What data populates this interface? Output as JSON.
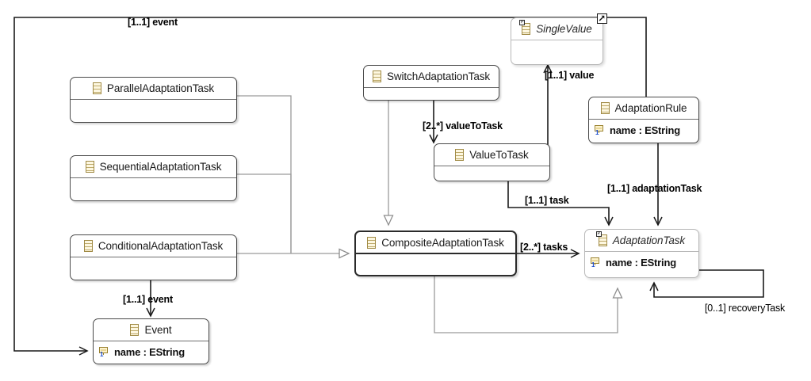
{
  "diagram": {
    "title": "AdaptationTask Ecore class diagram",
    "colors": {
      "background": "#ffffff",
      "node_border": "#4a4a4a",
      "node_border_selected": "#2b2b2b",
      "proxy_border": "#b8b8b8",
      "generalization_gray": "#9a9a9a",
      "reference_black": "#1a1a1a",
      "class_icon_fill": "#fdf7e0",
      "class_icon_stroke": "#a08a44",
      "attr_icon_fill": "#fdf3cd",
      "attr_icon_stroke": "#9a8230",
      "attr_multiplicity_blue": "#1d4fd0"
    },
    "classes": [
      {
        "id": "parallel",
        "name": "ParallelAdaptationTask",
        "icon": "eclass-icon",
        "italic": false,
        "proxy": false,
        "selected": false,
        "attributes": []
      },
      {
        "id": "sequential",
        "name": "SequentialAdaptationTask",
        "icon": "eclass-icon",
        "italic": false,
        "proxy": false,
        "selected": false,
        "attributes": []
      },
      {
        "id": "conditional",
        "name": "ConditionalAdaptationTask",
        "icon": "eclass-icon",
        "italic": false,
        "proxy": false,
        "selected": false,
        "attributes": []
      },
      {
        "id": "event",
        "name": "Event",
        "icon": "eclass-icon",
        "italic": false,
        "proxy": false,
        "selected": false,
        "attributes": [
          {
            "label": "name : EString",
            "icon": "eattribute-icon",
            "multiplicity": "1"
          }
        ]
      },
      {
        "id": "switch",
        "name": "SwitchAdaptationTask",
        "icon": "eclass-icon",
        "italic": false,
        "proxy": false,
        "selected": false,
        "attributes": []
      },
      {
        "id": "valuetotask",
        "name": "ValueToTask",
        "icon": "eclass-icon",
        "italic": false,
        "proxy": false,
        "selected": false,
        "attributes": []
      },
      {
        "id": "composite",
        "name": "CompositeAdaptationTask",
        "icon": "eclass-icon",
        "italic": false,
        "proxy": false,
        "selected": true,
        "attributes": []
      },
      {
        "id": "singlevalue",
        "name": "SingleValue",
        "icon": "eclass-proxy-icon",
        "decorator": "shortcut-icon",
        "italic": true,
        "proxy": true,
        "selected": false,
        "attributes": []
      },
      {
        "id": "adaptationrule",
        "name": "AdaptationRule",
        "icon": "eclass-icon",
        "italic": false,
        "proxy": false,
        "selected": false,
        "attributes": [
          {
            "label": "name : EString",
            "icon": "eattribute-icon",
            "multiplicity": "1"
          }
        ]
      },
      {
        "id": "adaptationtask",
        "name": "AdaptationTask",
        "icon": "eclass-proxy-icon",
        "italic": true,
        "proxy": true,
        "selected": false,
        "attributes": [
          {
            "label": "name : EString",
            "icon": "eattribute-icon",
            "multiplicity": "1"
          }
        ]
      }
    ],
    "edge_labels": [
      {
        "id": "lbl-event-top",
        "text": "[1..1] event",
        "style": "bold"
      },
      {
        "id": "lbl-event-cond",
        "text": "[1..1] event",
        "style": "bold"
      },
      {
        "id": "lbl-value",
        "text": "[1..1] value",
        "style": "bold"
      },
      {
        "id": "lbl-valuetotask",
        "text": "[2..*] valueToTask",
        "style": "bold"
      },
      {
        "id": "lbl-task",
        "text": "[1..1] task",
        "style": "bold"
      },
      {
        "id": "lbl-adaptationtask",
        "text": "[1..1] adaptationTask",
        "style": "bold"
      },
      {
        "id": "lbl-tasks",
        "text": "[2..*] tasks",
        "style": "bold"
      },
      {
        "id": "lbl-recoverytask",
        "text": "[0..1] recoveryTask",
        "style": "thin"
      }
    ],
    "relationships": [
      {
        "from": "parallel",
        "to": "composite",
        "type": "generalization"
      },
      {
        "from": "sequential",
        "to": "composite",
        "type": "generalization"
      },
      {
        "from": "conditional",
        "to": "composite",
        "type": "generalization"
      },
      {
        "from": "switch",
        "to": "composite",
        "type": "generalization"
      },
      {
        "from": "composite",
        "to": "adaptationtask",
        "type": "generalization"
      },
      {
        "from": "conditional",
        "to": "event",
        "type": "reference",
        "label": "[1..1] event"
      },
      {
        "from": "adaptationrule",
        "to": "event",
        "type": "reference",
        "label": "[1..1] event"
      },
      {
        "from": "valuetotask",
        "to": "singlevalue",
        "type": "reference",
        "label": "[1..1] value"
      },
      {
        "from": "switch",
        "to": "valuetotask",
        "type": "reference",
        "label": "[2..*] valueToTask"
      },
      {
        "from": "valuetotask",
        "to": "adaptationtask",
        "type": "reference",
        "label": "[1..1] task"
      },
      {
        "from": "adaptationrule",
        "to": "adaptationtask",
        "type": "reference",
        "label": "[1..1] adaptationTask"
      },
      {
        "from": "composite",
        "to": "adaptationtask",
        "type": "reference",
        "label": "[2..*] tasks"
      },
      {
        "from": "adaptationtask",
        "to": "adaptationtask",
        "type": "reference",
        "label": "[0..1] recoveryTask"
      }
    ]
  }
}
